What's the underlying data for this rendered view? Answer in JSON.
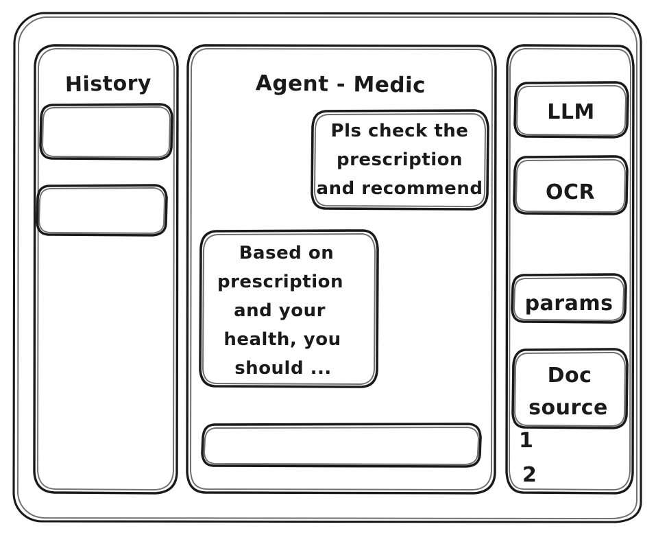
{
  "style": {
    "ink_color": "#1a1a1a",
    "background_color": "#ffffff",
    "render_style": "hand-drawn-wireframe"
  },
  "window": {
    "frame_label": "app-window"
  },
  "sidebar_left": {
    "heading": "History",
    "items": [
      {
        "label": ""
      },
      {
        "label": ""
      }
    ]
  },
  "main": {
    "title": "Agent - Medic",
    "messages": [
      {
        "role": "user",
        "align": "right",
        "lines": [
          "Pls check the",
          "prescription",
          "and recommend"
        ]
      },
      {
        "role": "assistant",
        "align": "left",
        "lines": [
          "Based on",
          "prescription",
          "and your",
          "health, you",
          "should ..."
        ]
      }
    ],
    "composer": {
      "value": "",
      "placeholder": ""
    }
  },
  "sidebar_right": {
    "buttons": [
      {
        "label": "LLM"
      },
      {
        "label": "OCR"
      },
      {
        "label": "params"
      }
    ],
    "doc_source": {
      "lines": [
        "Doc",
        "source"
      ]
    },
    "doc_list": [
      {
        "label": "1"
      },
      {
        "label": "2"
      }
    ]
  }
}
